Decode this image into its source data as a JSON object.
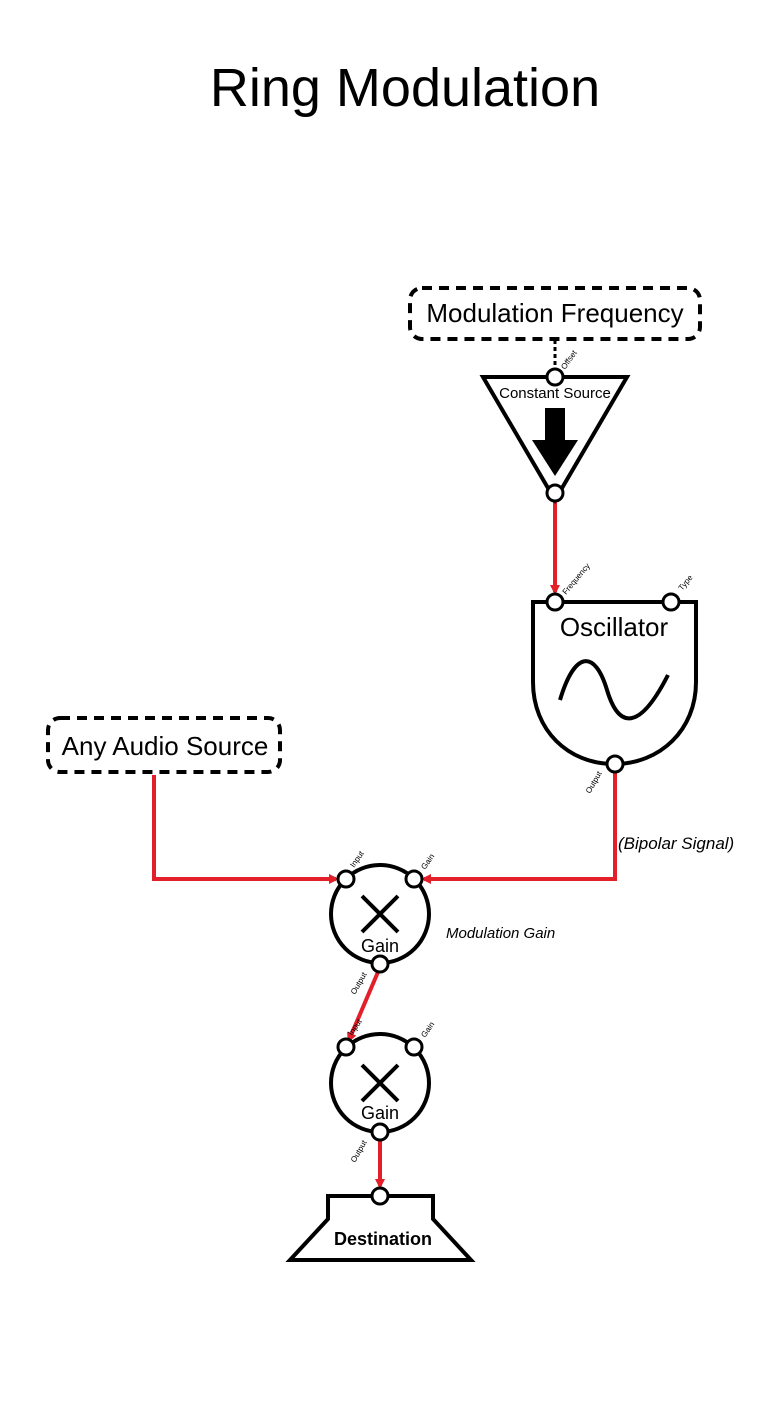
{
  "title": "Ring Modulation",
  "colors": {
    "wire": "#e3202a",
    "stroke": "#000000",
    "background": "#ffffff"
  },
  "nodes": {
    "modulation_frequency": {
      "label": "Modulation Frequency"
    },
    "constant_source": {
      "label": "Constant Source",
      "port_offset": "Offset"
    },
    "oscillator": {
      "label": "Oscillator",
      "port_frequency": "Frequency",
      "port_type": "Type",
      "port_output": "Output"
    },
    "any_audio_source": {
      "label": "Any Audio Source"
    },
    "gain_1": {
      "label": "Gain",
      "port_input": "Input",
      "port_gain": "Gain",
      "port_output": "Output"
    },
    "gain_2": {
      "label": "Gain",
      "port_input": "Input",
      "port_gain": "Gain",
      "port_output": "Output"
    },
    "destination": {
      "label": "Destination"
    }
  },
  "annotations": {
    "bipolar_signal": "(Bipolar Signal)",
    "modulation_gain": "Modulation Gain"
  }
}
